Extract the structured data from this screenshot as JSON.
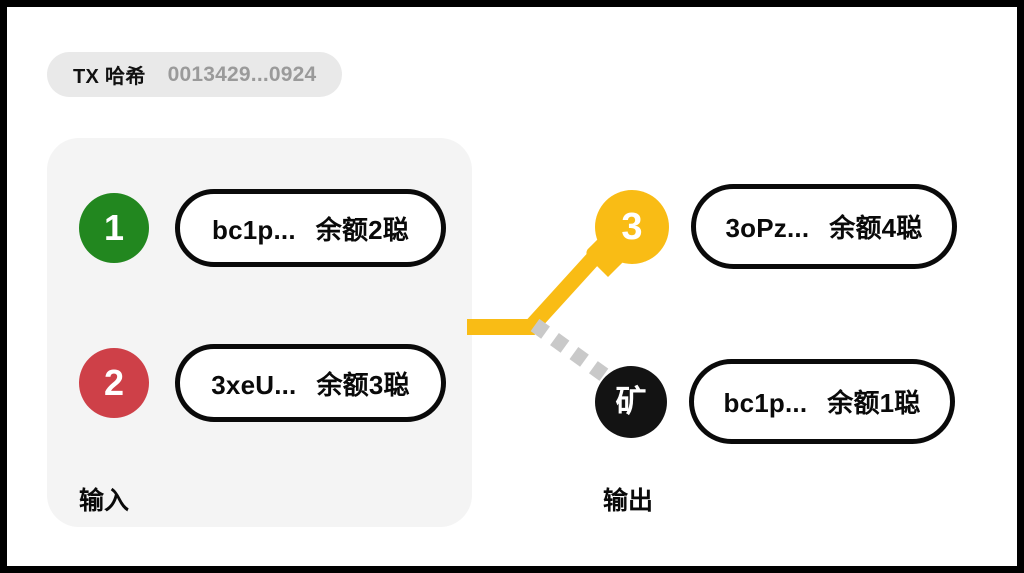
{
  "transaction": {
    "hash_label": "TX 哈希",
    "hash_value": "0013429...0924"
  },
  "sections": {
    "input_label": "输入",
    "output_label": "输出"
  },
  "inputs": [
    {
      "index": "1",
      "badge_color": "#22871f",
      "address": "bc1p...",
      "amount": "余额2聪"
    },
    {
      "index": "2",
      "badge_color": "#ce4048",
      "address": "3xeU...",
      "amount": "余额3聪"
    }
  ],
  "outputs": [
    {
      "index": "3",
      "badge_color": "#f9bc15",
      "address": "3oPz...",
      "amount": "余额4聪"
    },
    {
      "index": "矿",
      "badge_color": "#131313",
      "address": "bc1p...",
      "amount": "余额1聪"
    }
  ],
  "connectors": {
    "flow_color": "#f9bc15",
    "fee_color": "#c9c9c9"
  },
  "frame": {
    "border_color": "#000000",
    "panel_color": "#f4f4f4",
    "badge_bg": "#e9e9e9"
  }
}
